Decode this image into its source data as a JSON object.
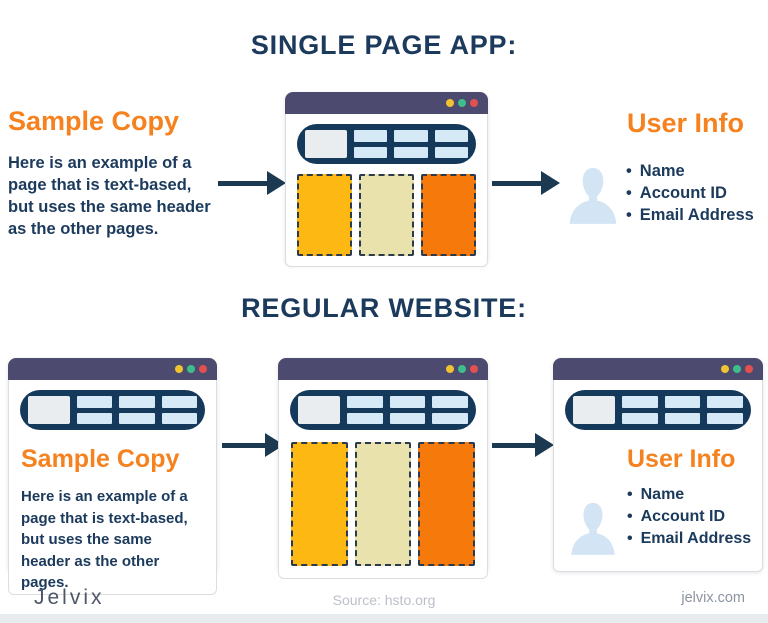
{
  "spa_section": {
    "title": "SINGLE PAGE APP:",
    "sample_copy": {
      "heading": "Sample Copy",
      "body": "Here is an example of a page that is text-based, but uses the same header as the other pages."
    },
    "browser": {
      "blocks": [
        "yellow",
        "cream",
        "orange"
      ],
      "window_buttons": [
        "yellow",
        "green",
        "red"
      ]
    },
    "user_info": {
      "heading": "User Info",
      "items": [
        "Name",
        "Account ID",
        "Email Address"
      ]
    }
  },
  "regular_section": {
    "title": "REGULAR WEBSITE:",
    "sample_copy": {
      "heading": "Sample Copy",
      "body": "Here is an example of a page that is text-based, but uses the same header as the other pages."
    },
    "browser": {
      "blocks": [
        "yellow",
        "cream",
        "orange"
      ],
      "window_buttons": [
        "yellow",
        "green",
        "red"
      ]
    },
    "user_info": {
      "heading": "User Info",
      "items": [
        "Name",
        "Account ID",
        "Email Address"
      ]
    }
  },
  "footer": {
    "logo": "Jelvix",
    "source": "Source: hsto.org",
    "website": "jelvix.com"
  },
  "colors": {
    "title_navy": "#1B3A5C",
    "accent_orange": "#F5821F",
    "titlebar_purple": "#4D4A6F",
    "navbar_navy": "#14395A",
    "nav_bar_light_blue": "#D6E9F6",
    "nav_logo_gray": "#E9EDF0",
    "block_yellow": "#FDB813",
    "block_cream": "#E9E2AD",
    "block_orange": "#F5790B",
    "dashed_border": "#2B3A4C",
    "arrow_navy": "#1B3A52",
    "dot_yellow": "#F0C330",
    "dot_green": "#3EBE8C",
    "dot_red": "#E25050",
    "person_icon_blue": "#D3E5F4"
  },
  "icons": {
    "person": "person-icon",
    "arrow": "arrow-right-icon",
    "window_buttons": [
      "window-button-yellow-icon",
      "window-button-green-icon",
      "window-button-red-icon"
    ]
  }
}
